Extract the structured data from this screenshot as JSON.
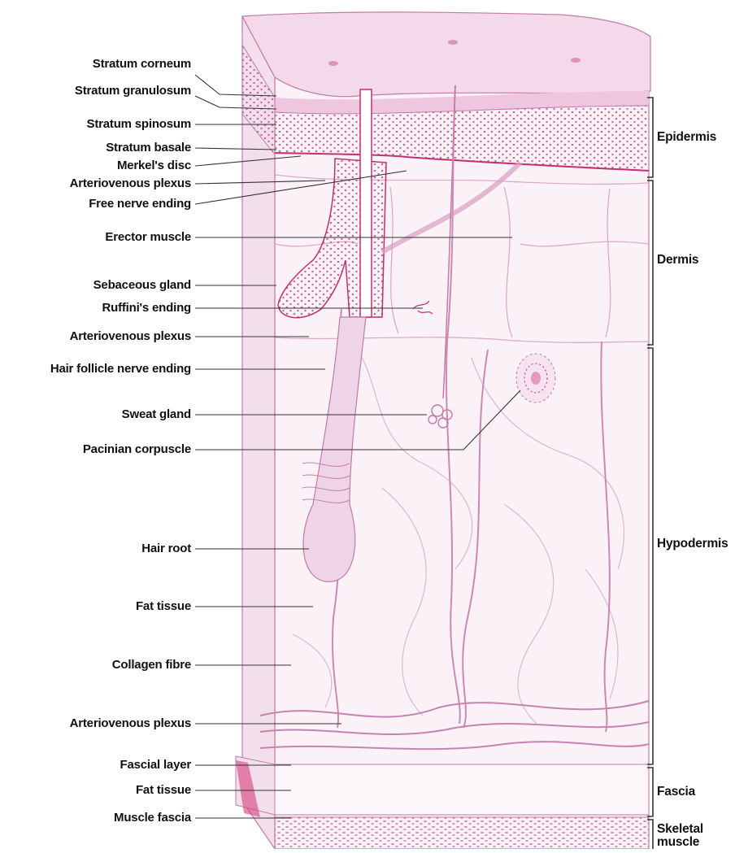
{
  "labels_left": [
    "Stratum corneum",
    "Stratum granulosum",
    "Stratum spinosum",
    "Stratum basale",
    "Merkel's disc",
    "Arteriovenous plexus",
    "Free nerve ending",
    "Erector muscle",
    "Sebaceous gland",
    "Ruffini's ending",
    "Arteriovenous plexus",
    "Hair follicle nerve ending",
    "Sweat gland",
    "Pacinian corpuscle",
    "Hair root",
    "Fat tissue",
    "Collagen fibre",
    "Arteriovenous plexus",
    "Fascial layer",
    "Fat tissue",
    "Muscle fascia"
  ],
  "labels_right": [
    "Epidermis",
    "Dermis",
    "Hypodermis",
    "Fascia",
    "Skeletal muscle"
  ],
  "colors": {
    "tissue": "#f6e6f1",
    "tissue_dark": "#e9c6dc",
    "line": "#c37aa6",
    "dots": "#c56b9a",
    "label": "#111111",
    "leader": "#333333"
  }
}
